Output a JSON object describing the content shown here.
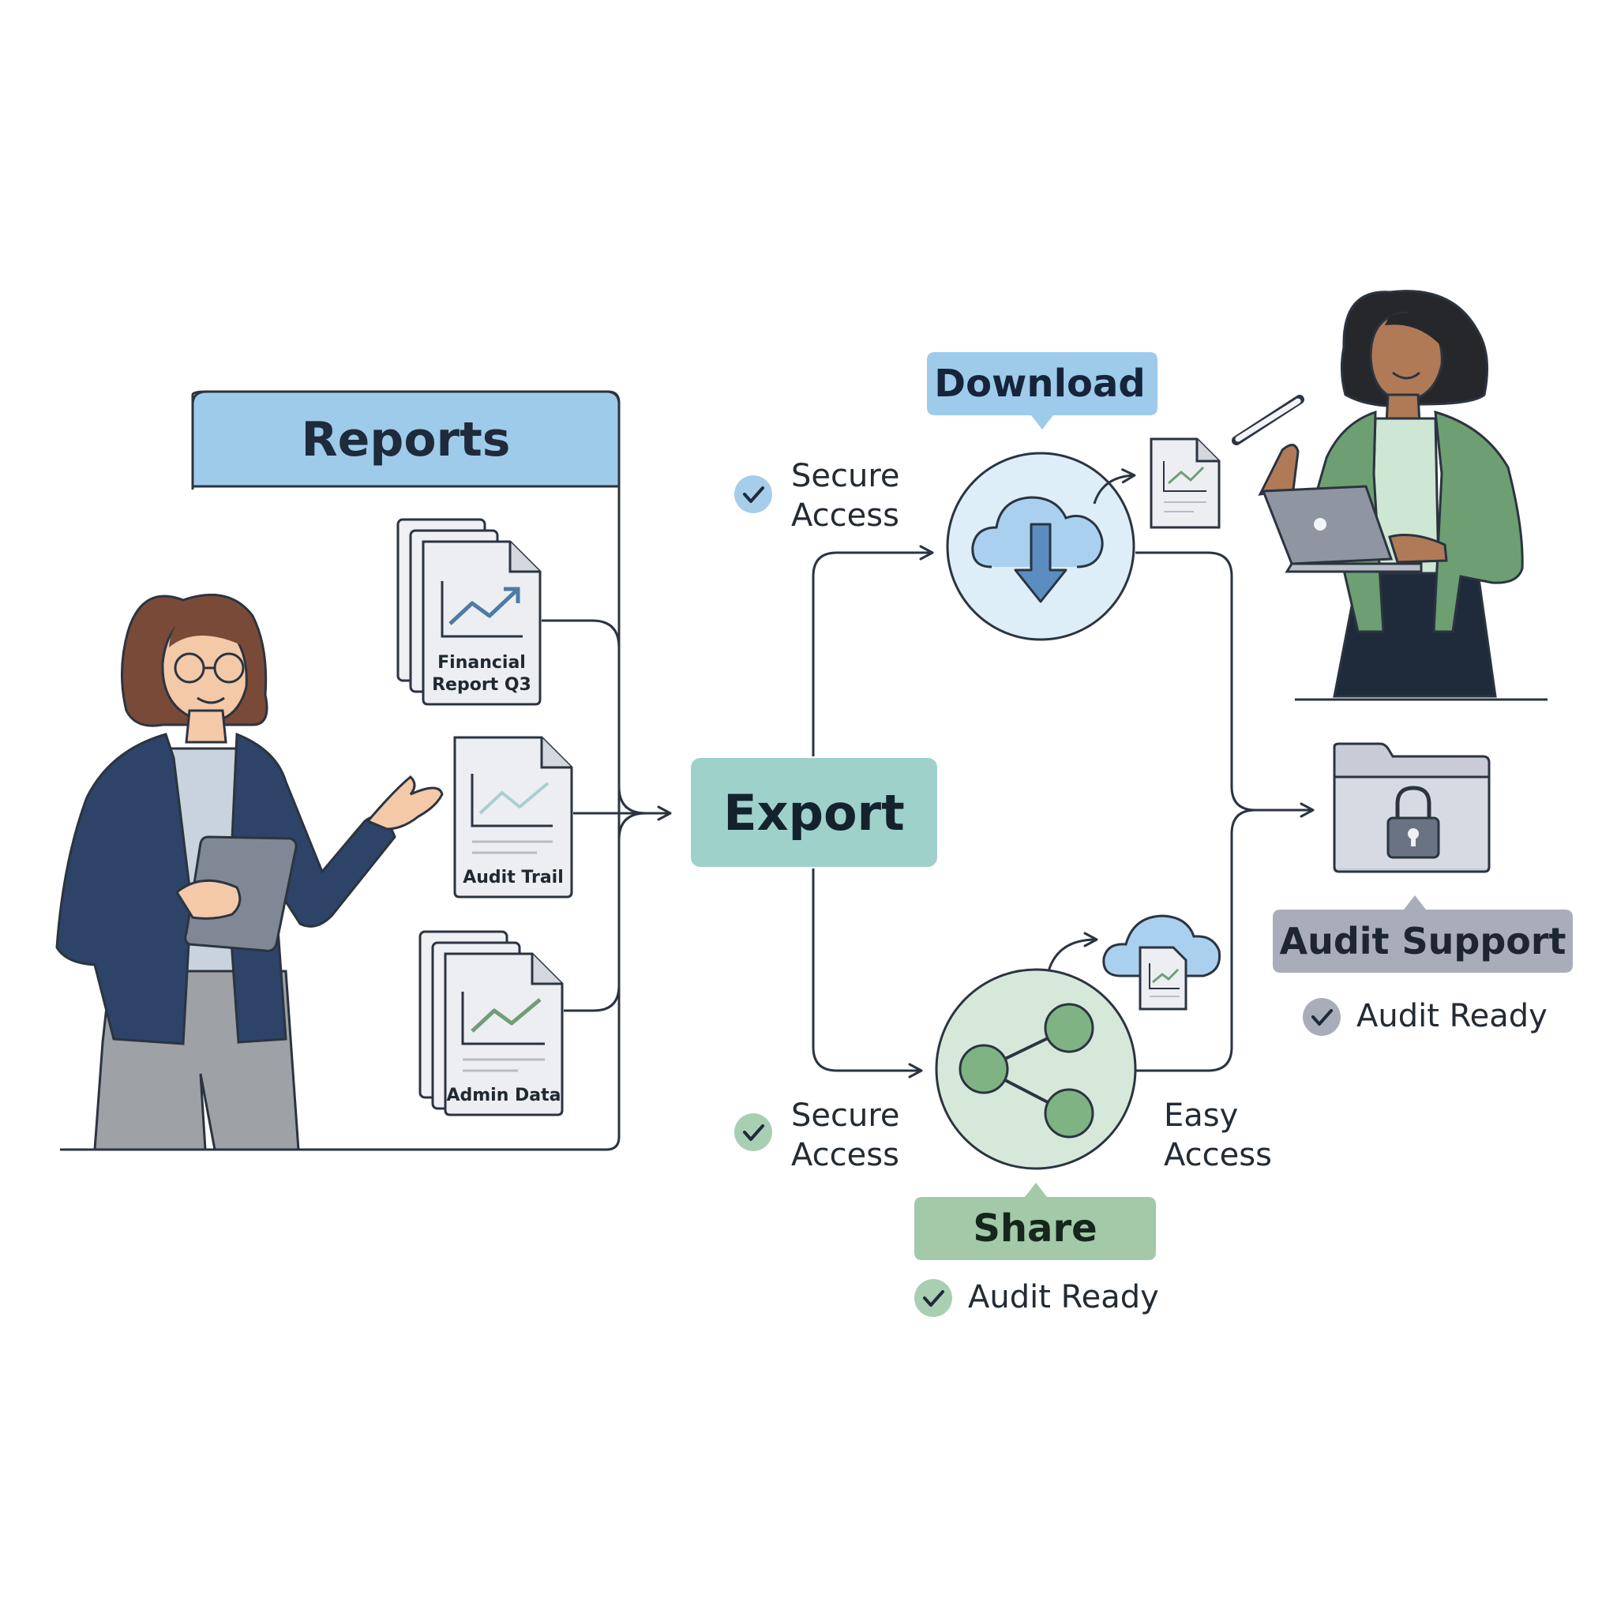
{
  "reports": {
    "title": "Reports",
    "documents": [
      {
        "label_line1": "Financial",
        "label_line2": "Report Q3"
      },
      {
        "label_line1": "Audit Trail"
      },
      {
        "label_line1": "Admin Data"
      }
    ]
  },
  "export": {
    "label": "Export"
  },
  "download": {
    "label": "Download",
    "note_line1": "Secure",
    "note_line2": "Access"
  },
  "share": {
    "label": "Share",
    "note_line1": "Secure",
    "note_line2": "Access",
    "side_note_line1": "Easy",
    "side_note_line2": "Access",
    "status": "Audit Ready"
  },
  "audit_support": {
    "label": "Audit Support",
    "status": "Audit Ready"
  },
  "colors": {
    "blue": "#9ecbea",
    "teal": "#9fd1cb",
    "green": "#a3c9a8",
    "slate": "#a9adba",
    "navy": "#2d4468",
    "line": "#2b3440"
  }
}
